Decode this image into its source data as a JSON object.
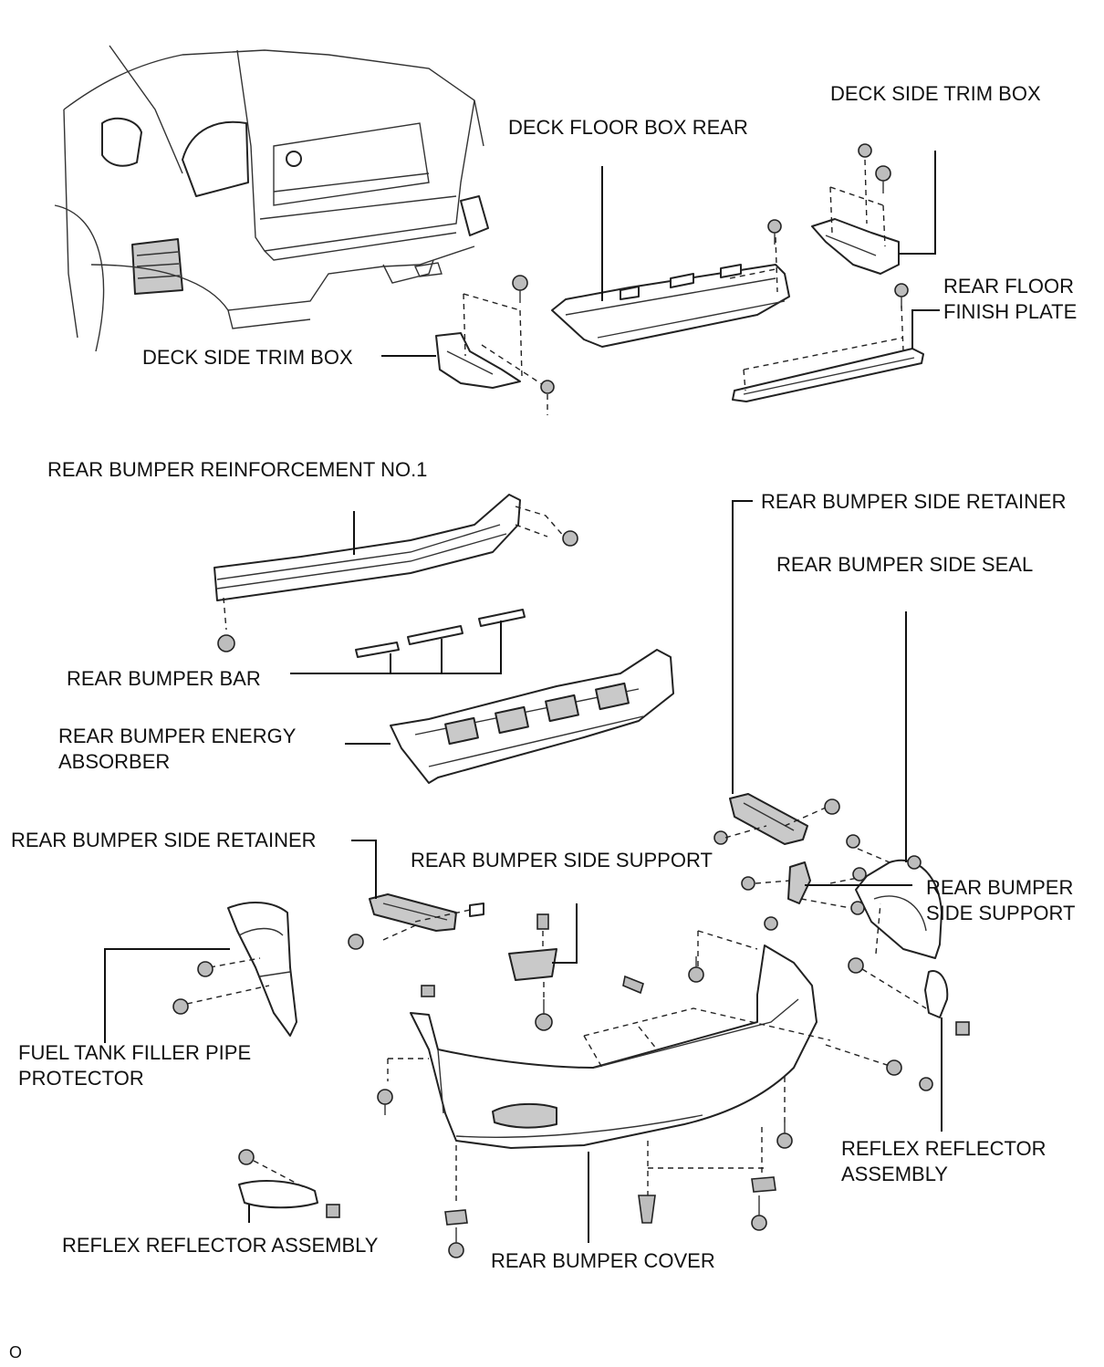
{
  "labels": {
    "deck_side_trim_box_right": "DECK SIDE TRIM BOX",
    "deck_floor_box_rear": "DECK FLOOR BOX REAR",
    "rear_floor_finish_plate_1": "REAR FLOOR",
    "rear_floor_finish_plate_2": "FINISH PLATE",
    "deck_side_trim_box_left": "DECK SIDE TRIM BOX",
    "rear_bumper_reinforcement": "REAR BUMPER REINFORCEMENT NO.1",
    "rear_bumper_side_retainer_right": "REAR BUMPER SIDE RETAINER",
    "rear_bumper_side_seal": "REAR BUMPER SIDE SEAL",
    "rear_bumper_bar": "REAR BUMPER BAR",
    "energy_absorber_1": "REAR BUMPER ENERGY",
    "energy_absorber_2": "ABSORBER",
    "rear_bumper_side_retainer_left": "REAR BUMPER SIDE RETAINER",
    "rear_bumper_side_support_center": "REAR BUMPER SIDE SUPPORT",
    "rear_bumper_side_support_right_1": "REAR BUMPER",
    "rear_bumper_side_support_right_2": "SIDE SUPPORT",
    "fuel_tank_protector_1": "FUEL TANK FILLER PIPE",
    "fuel_tank_protector_2": "PROTECTOR",
    "reflex_reflector_right_1": "REFLEX REFLECTOR",
    "reflex_reflector_right_2": "ASSEMBLY",
    "reflex_reflector_left": "REFLEX REFLECTOR ASSEMBLY",
    "rear_bumper_cover": "REAR BUMPER COVER",
    "figure_code": "O"
  }
}
